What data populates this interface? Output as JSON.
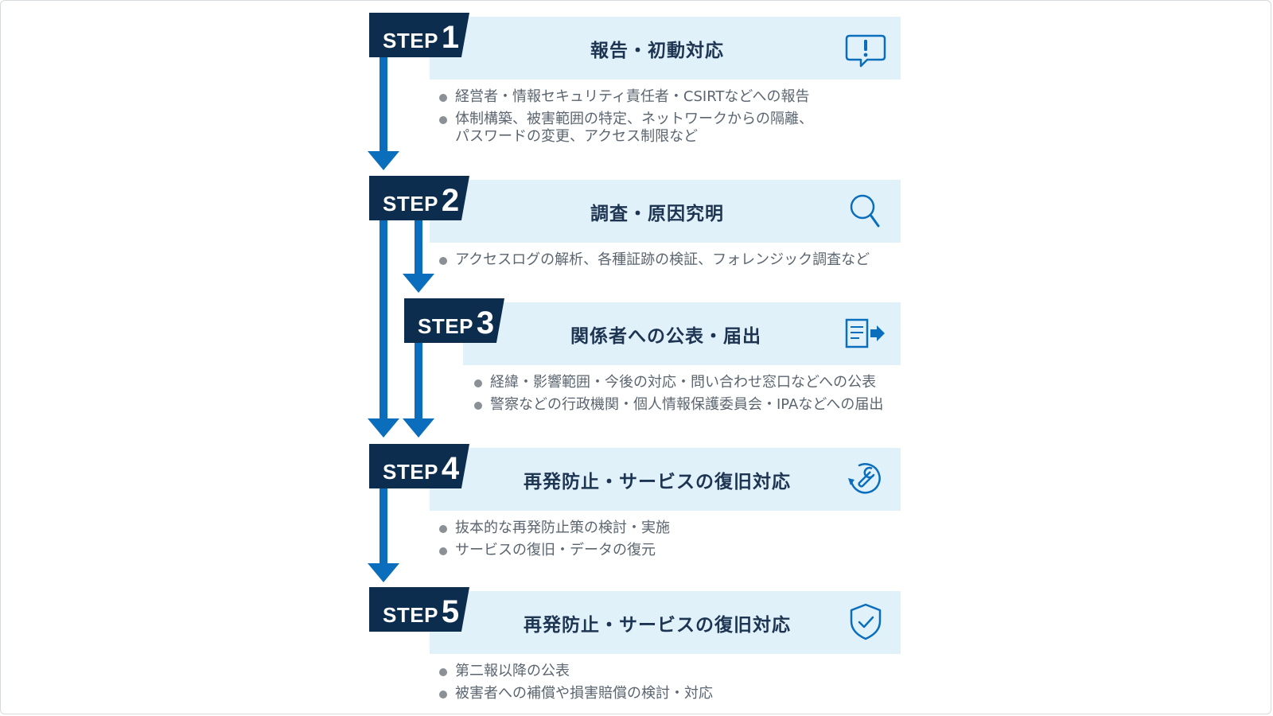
{
  "steps": [
    {
      "label": "STEP",
      "number": "1",
      "title": "報告・初動対応",
      "icon": "alert-speech-bubble-icon",
      "bullets": [
        "経営者・情報セキュリティ責任者・CSIRTなどへの報告",
        "体制構築、被害範囲の特定、ネットワークからの隔離、\nパスワードの変更、アクセス制限など"
      ]
    },
    {
      "label": "STEP",
      "number": "2",
      "title": "調査・原因究明",
      "icon": "magnifier-icon",
      "bullets": [
        "アクセスログの解析、各種証跡の検証、フォレンジック調査など"
      ]
    },
    {
      "label": "STEP",
      "number": "3",
      "title": "関係者への公表・届出",
      "icon": "document-send-icon",
      "bullets": [
        "経緯・影響範囲・今後の対応・問い合わせ窓口などへの公表",
        "警察などの行政機関・個人情報保護委員会・IPAなどへの届出"
      ]
    },
    {
      "label": "STEP",
      "number": "4",
      "title": "再発防止・サービスの復旧対応",
      "icon": "wrench-icon",
      "bullets": [
        "抜本的な再発防止策の検討・実施",
        "サービスの復旧・データの復元"
      ]
    },
    {
      "label": "STEP",
      "number": "5",
      "title": "再発防止・サービスの復旧対応",
      "icon": "shield-check-icon",
      "bullets": [
        "第二報以降の公表",
        "被害者への補償や損害賠償の検討・対応"
      ]
    }
  ],
  "colors": {
    "tag": "#0c2d4e",
    "panel": "#e1f1fa",
    "arrow": "#0a6ebd",
    "title": "#1d3552",
    "bullet_text": "#5b6570"
  }
}
